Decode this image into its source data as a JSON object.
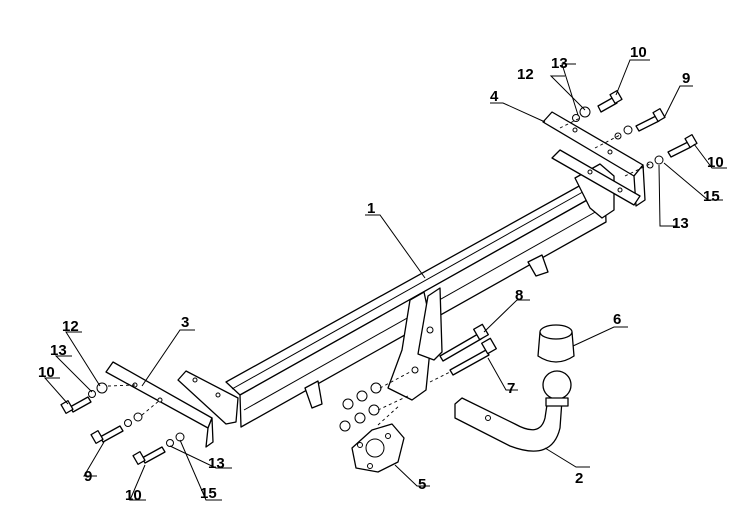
{
  "diagram": {
    "labels": {
      "p1": "1",
      "p2": "2",
      "p3": "3",
      "p4": "4",
      "p5": "5",
      "p6": "6",
      "p7": "7",
      "p8": "8",
      "p9_top": "9",
      "p9_bottom": "9",
      "p10_top": "10",
      "p10_right": "10",
      "p10_left": "10",
      "p10_bottom": "10",
      "p12_top": "12",
      "p12_left": "12",
      "p13_top": "13",
      "p13_right": "13",
      "p13_left": "13",
      "p13_bottom": "13",
      "p15_right": "15",
      "p15_bottom": "15"
    }
  }
}
